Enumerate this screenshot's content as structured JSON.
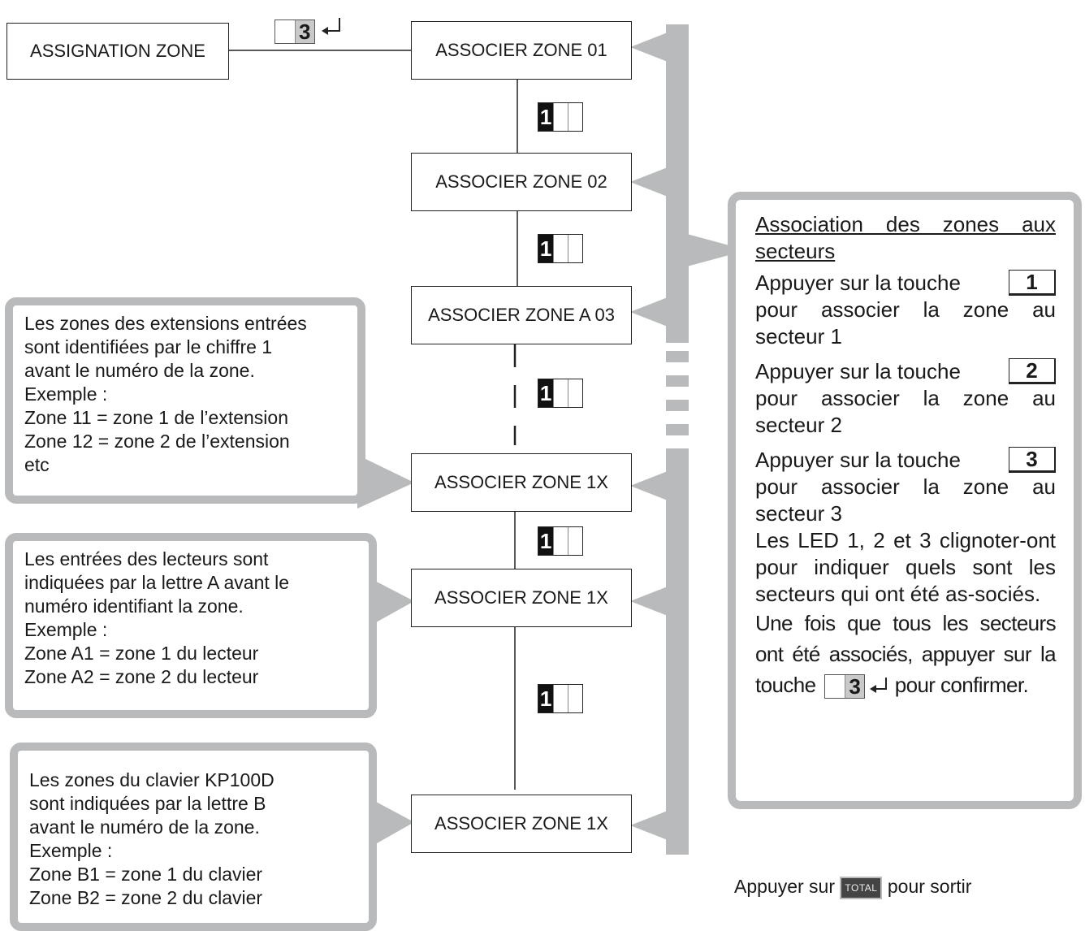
{
  "main_box": "ASSIGNATION ZONE",
  "steps": [
    "ASSOCIER ZONE 01",
    "ASSOCIER ZONE 02",
    "ASSOCIER ZONE A 03",
    "ASSOCIER ZONE 1X",
    "ASSOCIER ZONE 1X",
    "ASSOCIER ZONE 1X"
  ],
  "keys": {
    "enter_digit": "3",
    "next_digit": "1",
    "total_label": "TOTAL"
  },
  "notes": [
    [
      "Les zones des extensions entrées",
      "sont identifiées par le chiffre 1",
      "avant le numéro de la zone.",
      "Exemple :",
      "Zone 11 = zone 1 de l’extension",
      "Zone 12 = zone 2 de l’extension",
      "etc"
    ],
    [
      "Les entrées des lecteurs sont",
      "indiquées par la lettre A avant le",
      "numéro identifiant la zone.",
      "Exemple :",
      "Zone A1 = zone 1 du lecteur",
      "Zone A2 = zone 2 du lecteur"
    ],
    [
      "Les zones du clavier KP100D",
      "sont indiquées par la lettre B",
      "avant le numéro de la zone.",
      "Exemple :",
      "Zone B1 = zone 1 du clavier",
      "Zone B2 = zone 2 du clavier"
    ]
  ],
  "info": {
    "heading": "Association des zones aux secteurs",
    "press": "Appuyer sur la touche",
    "keys": [
      "1",
      "2",
      "3"
    ],
    "assoc_lines": [
      "pour associer la zone au secteur 1",
      "pour associer la zone au secteur 2",
      "pour associer la zone au secteur 3"
    ],
    "led_text": "Les LED 1, 2 et 3 clignoter-ont pour indiquer quels sont les secteurs qui ont été as-sociés.",
    "confirm_pre": "Une fois que tous les secteurs ont été associés, appuyer sur la touche",
    "confirm_post": "pour confirmer."
  },
  "exit": {
    "pre": "Appuyer sur",
    "post": "pour sortir"
  }
}
